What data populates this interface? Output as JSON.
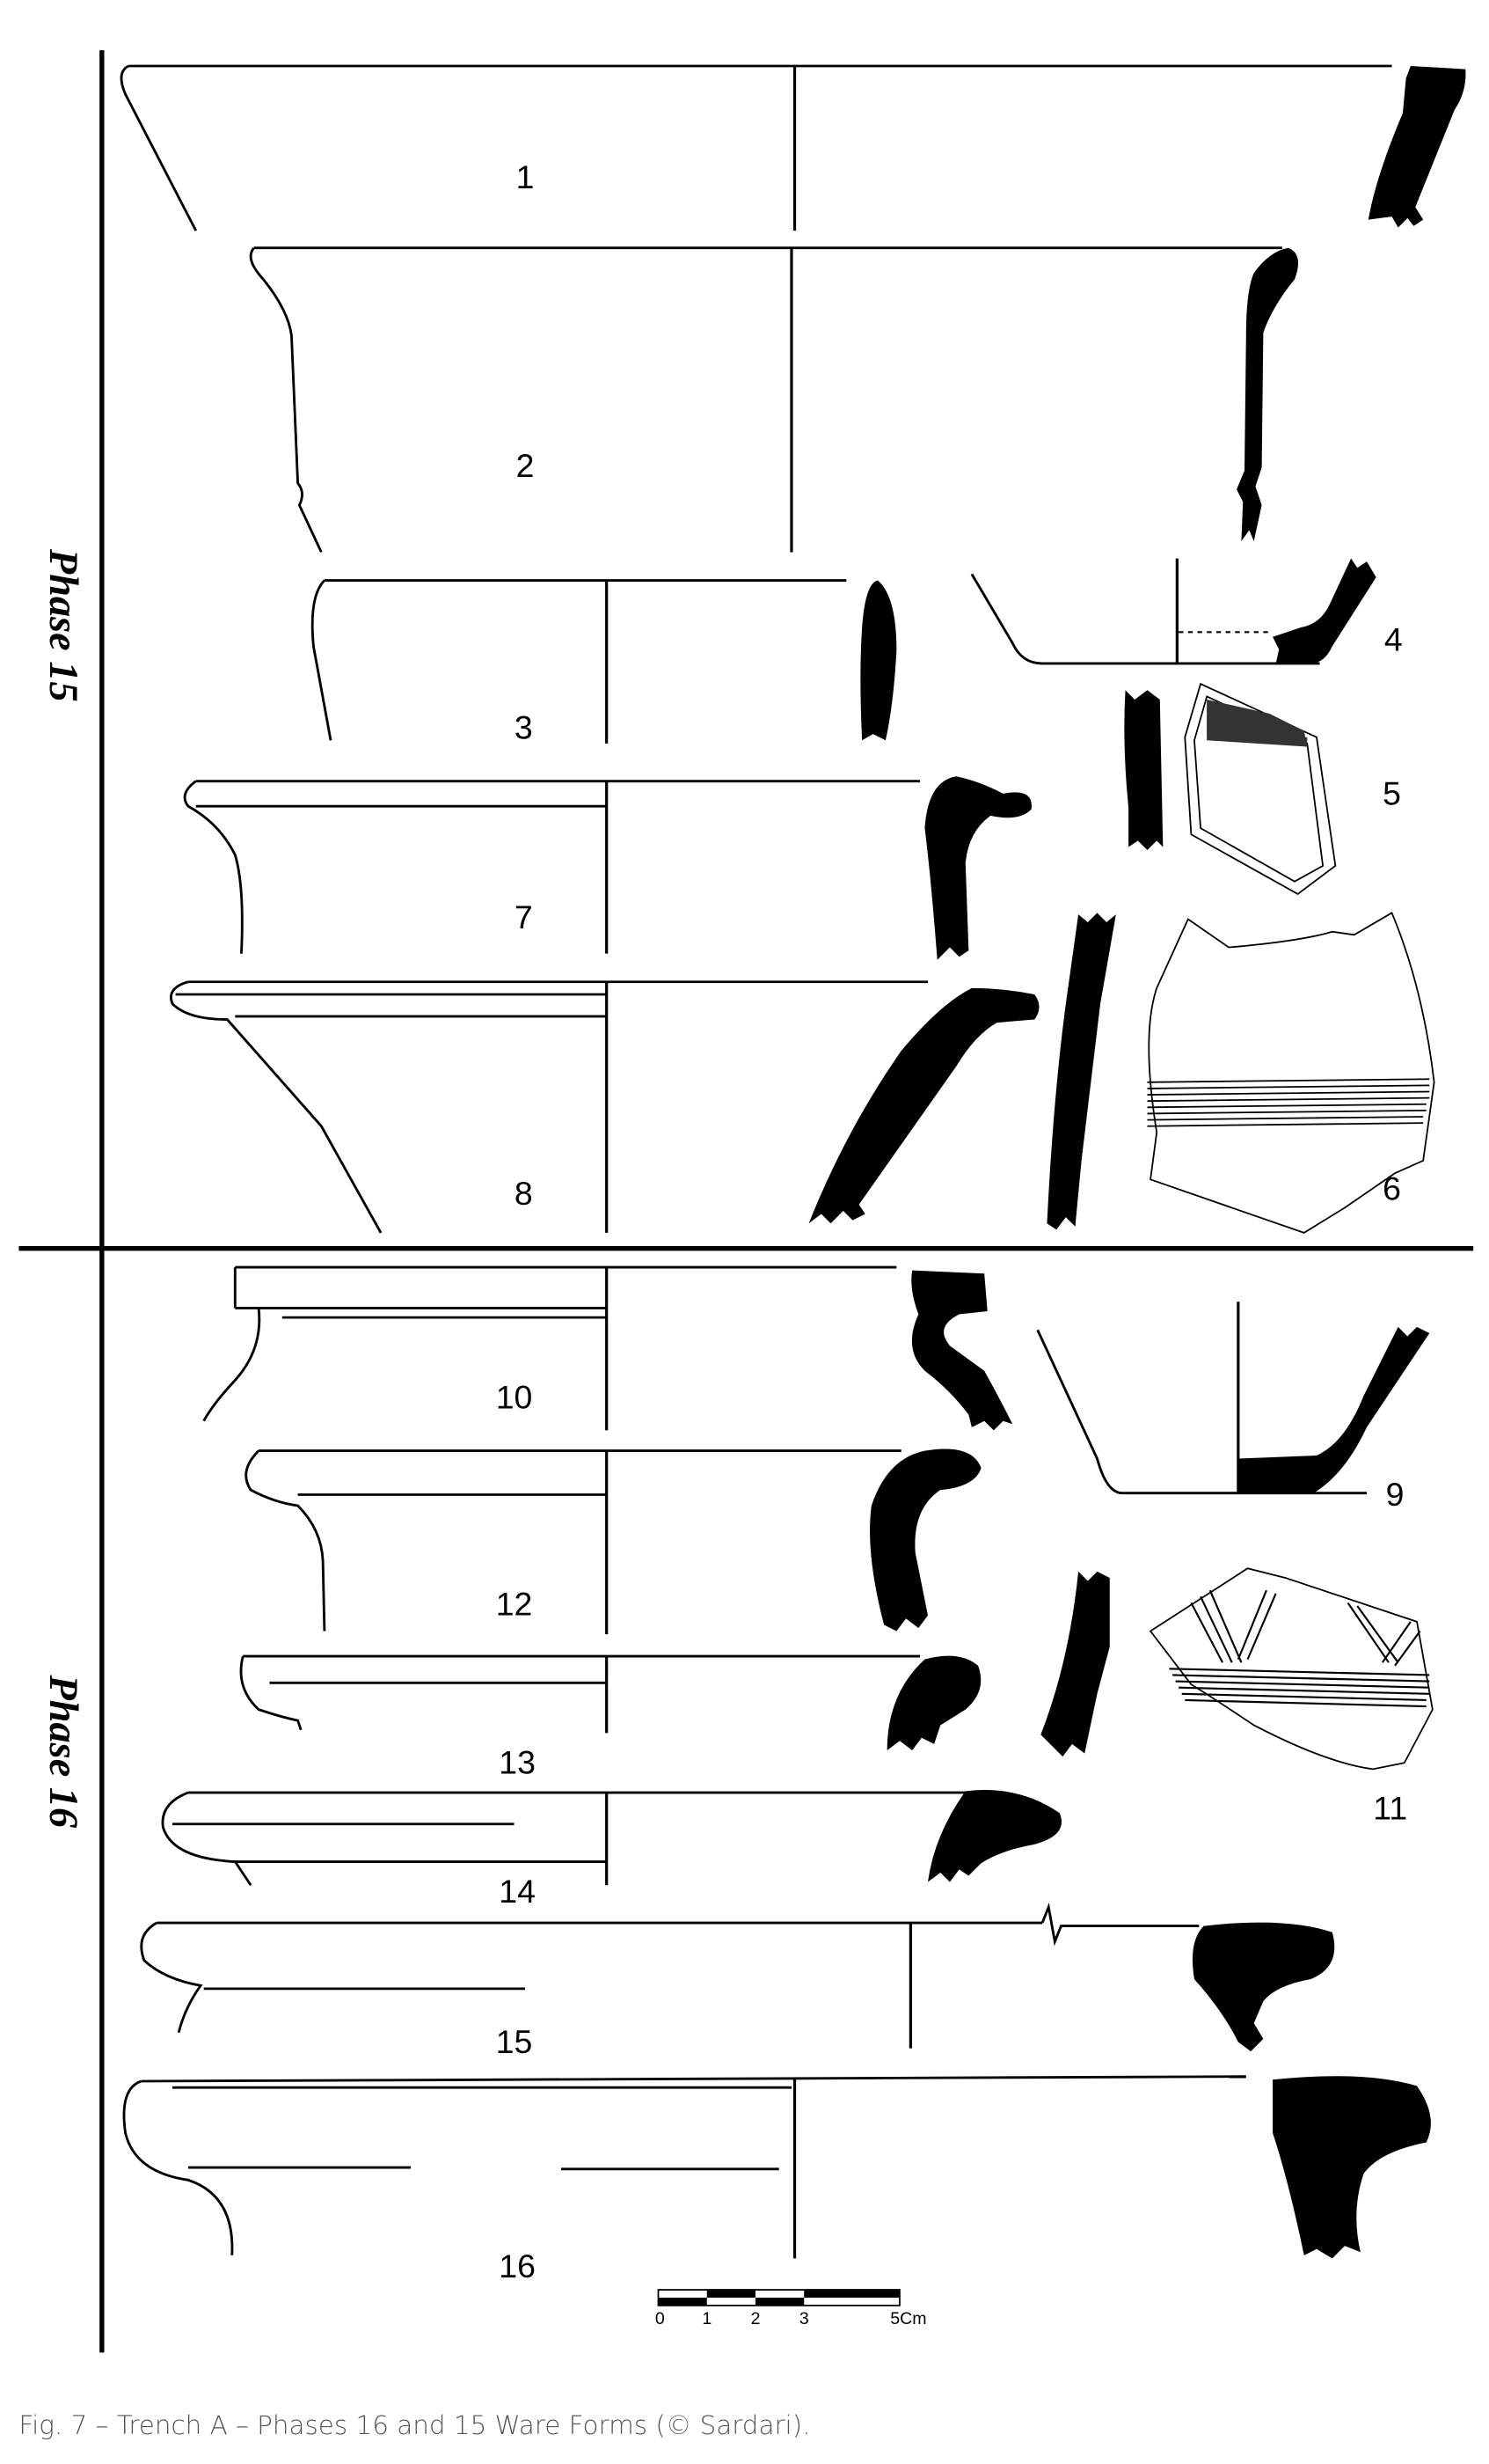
{
  "figure": {
    "phases": [
      {
        "label": "Phase 15"
      },
      {
        "label": "Phase 16"
      }
    ],
    "vessel_numbers": [
      "1",
      "2",
      "3",
      "4",
      "5",
      "6",
      "7",
      "8",
      "9",
      "10",
      "11",
      "12",
      "13",
      "14",
      "15",
      "16"
    ],
    "scale_bar": {
      "ticks": [
        "0",
        "1",
        "2",
        "3",
        "5Cm"
      ]
    },
    "caption": "Fig. 7 – Trench A – Phases 16 and 15 Ware Forms (© Sardari)."
  }
}
